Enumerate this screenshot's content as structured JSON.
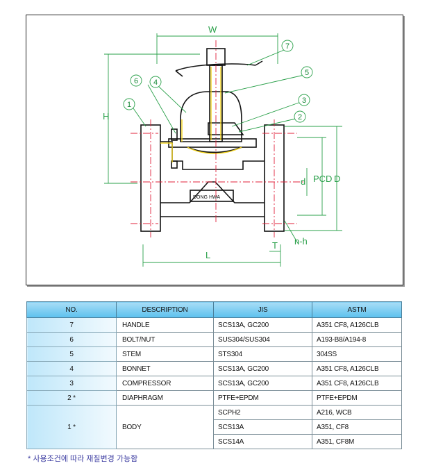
{
  "drawing": {
    "dimension_labels": {
      "w": "W",
      "h": "H",
      "pcd": "PCD",
      "d_outer": "D",
      "d_inner": "d",
      "l": "L",
      "t": "T",
      "nh": "n-h"
    },
    "body_marking": "DONG HWA",
    "balloons": [
      "1",
      "2",
      "3",
      "4",
      "5",
      "6",
      "7"
    ],
    "line_colors": {
      "outline": "#111111",
      "center": "#e0203a",
      "dimension": "#2aa04a",
      "highlight": "#f2d21a"
    }
  },
  "table": {
    "headers": [
      "NO.",
      "DESCRIPTION",
      "JIS",
      "ASTM"
    ],
    "rows": [
      {
        "no": "7",
        "desc": "HANDLE",
        "jis": "SCS13A, GC200",
        "astm": "A351 CF8, A126CLB"
      },
      {
        "no": "6",
        "desc": "BOLT/NUT",
        "jis": "SUS304/SUS304",
        "astm": "A193-B8/A194-8"
      },
      {
        "no": "5",
        "desc": "STEM",
        "jis": "STS304",
        "astm": "304SS"
      },
      {
        "no": "4",
        "desc": "BONNET",
        "jis": "SCS13A, GC200",
        "astm": "A351 CF8, A126CLB"
      },
      {
        "no": "3",
        "desc": "COMPRESSOR",
        "jis": "SCS13A, GC200",
        "astm": "A351 CF8, A126CLB"
      },
      {
        "no": "2 *",
        "desc": "DIAPHRAGM",
        "jis": "PTFE+EPDM",
        "astm": "PTFE+EPDM"
      }
    ],
    "body_row": {
      "no": "1 *",
      "desc": "BODY",
      "materials": [
        {
          "jis": "SCPH2",
          "astm": "A216, WCB"
        },
        {
          "jis": "SCS13A",
          "astm": "A351, CF8"
        },
        {
          "jis": "SCS14A",
          "astm": "A351, CF8M"
        }
      ]
    }
  },
  "footnote": "* 사용조건에 따라 재질변경 가능함"
}
